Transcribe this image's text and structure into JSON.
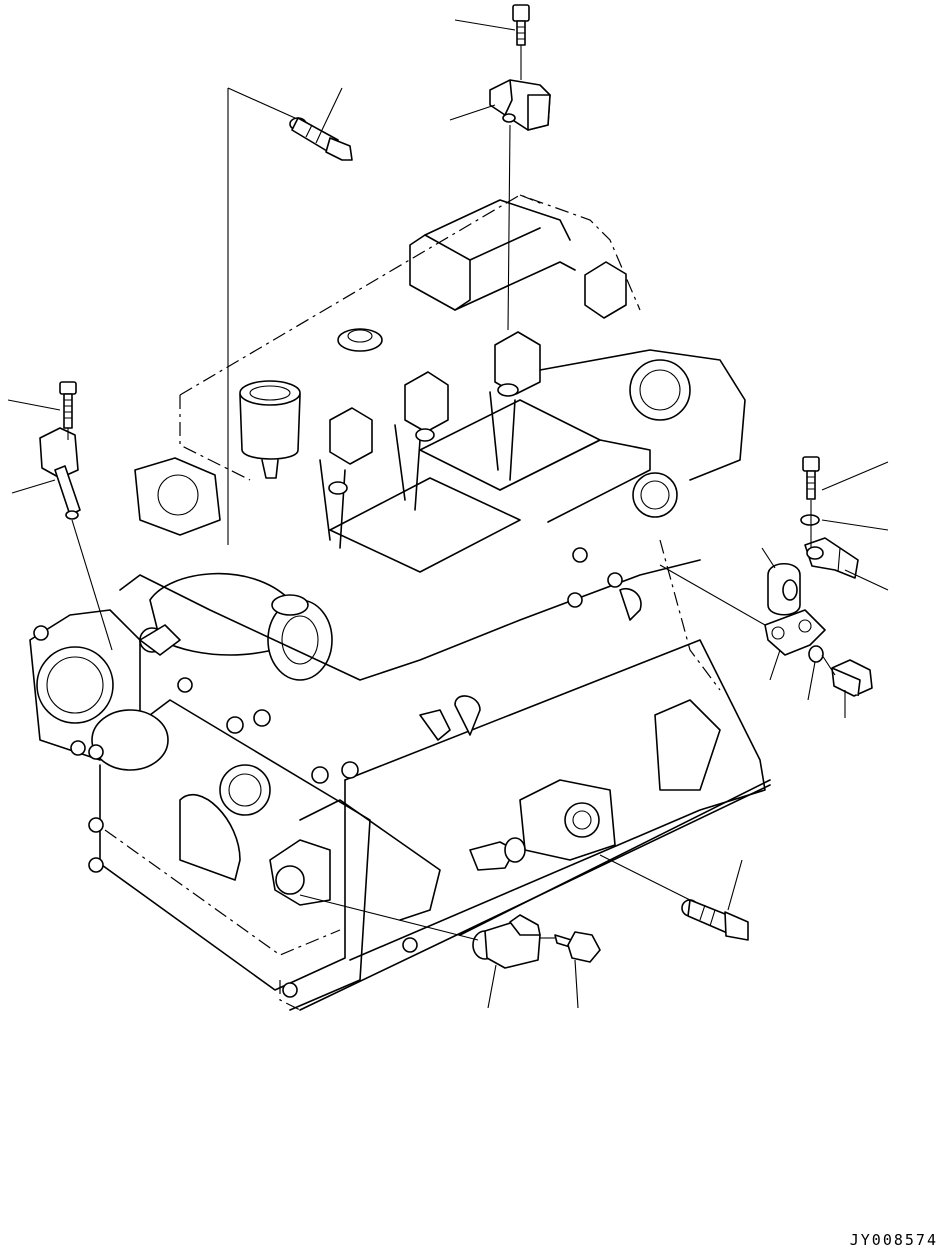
{
  "figure": {
    "reference_code": "JY008574"
  },
  "callouts": [
    {
      "part": "hex-socket-bolt-top"
    },
    {
      "part": "water-temperature-sensor-top"
    },
    {
      "part": "cam-position-sensor-top"
    },
    {
      "part": "bolt-left"
    },
    {
      "part": "speed-sensor-left"
    },
    {
      "part": "bolt-right"
    },
    {
      "part": "washer-right"
    },
    {
      "part": "pressure-sensor-right"
    },
    {
      "part": "spacer-right"
    },
    {
      "part": "bracket-right"
    },
    {
      "part": "washer-right-lower"
    },
    {
      "part": "flange-bolt-right"
    },
    {
      "part": "oil-pressure-sensor-lower-right"
    },
    {
      "part": "crank-position-sensor-bottom"
    },
    {
      "part": "flange-bolt-bottom"
    }
  ]
}
